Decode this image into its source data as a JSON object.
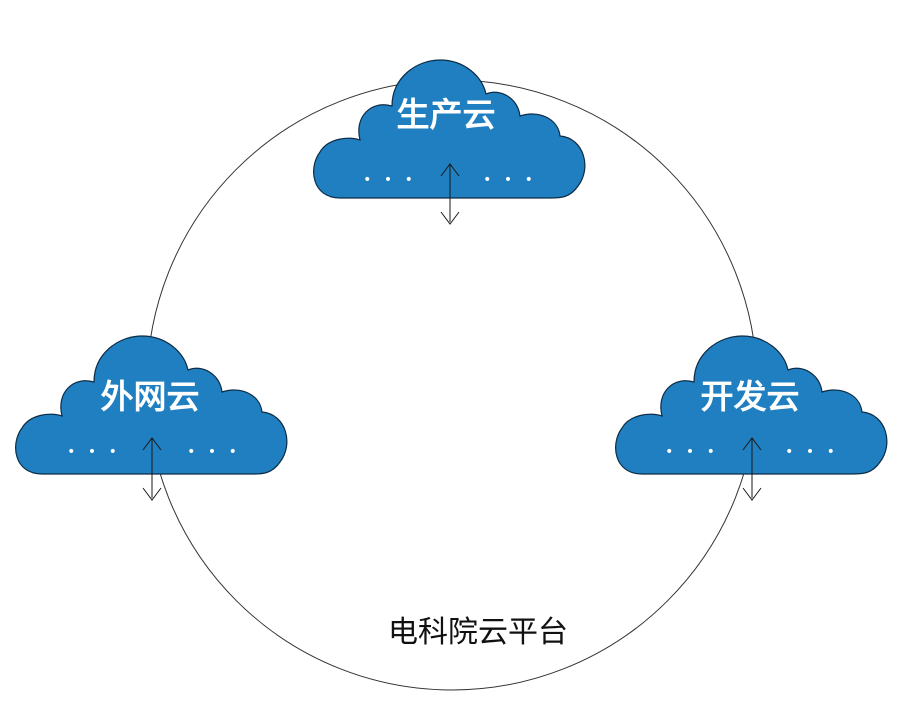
{
  "diagram": {
    "platform_label": "电科院云平台",
    "clouds": [
      {
        "id": "production",
        "label": "生产云",
        "dots_left": "• • •",
        "dots_right": "• • •",
        "icon": "cloud-icon"
      },
      {
        "id": "external",
        "label": "外网云",
        "dots_left": "• • •",
        "dots_right": "• • •",
        "icon": "cloud-icon"
      },
      {
        "id": "development",
        "label": "开发云",
        "dots_left": "• • •",
        "dots_right": "• • •",
        "icon": "cloud-icon"
      }
    ],
    "colors": {
      "cloud_fill": "#1f7fc0",
      "cloud_stroke": "#0d2c45",
      "ring_stroke": "#333333",
      "text_on_cloud": "#ffffff"
    }
  }
}
